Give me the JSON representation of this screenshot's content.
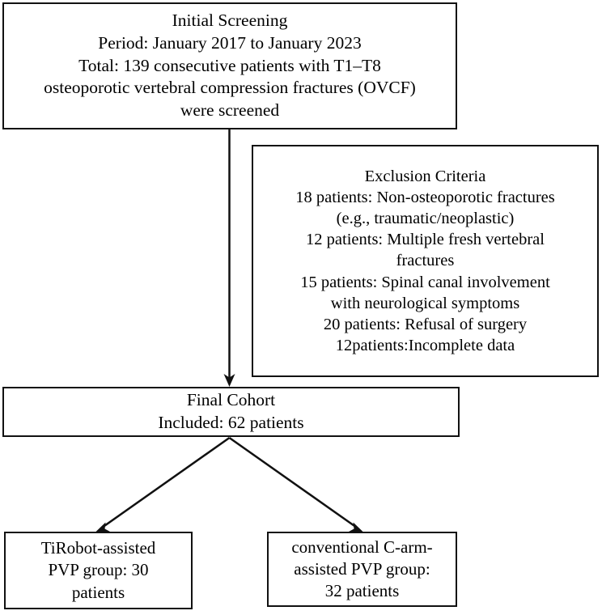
{
  "diagram": {
    "title": "Patient selection flow diagram",
    "type": "flowchart",
    "background_color": "#ffffff",
    "stroke_color": "#111111",
    "text_color": "#000000"
  },
  "nodes": {
    "initial_screening": {
      "heading": "Initial Screening",
      "lines": [
        "Initial Screening",
        "Period: January 2017 to January 2023",
        "Total: 139 consecutive patients with T1–T8",
        "osteoporotic vertebral compression fractures (OVCF)",
        "were screened"
      ]
    },
    "exclusion_criteria": {
      "heading": "Exclusion Criteria",
      "lines": [
        "Exclusion Criteria",
        "18 patients: Non-osteoporotic fractures",
        "(e.g., traumatic/neoplastic)",
        "12 patients: Multiple fresh vertebral",
        "fractures",
        "15 patients: Spinal canal involvement",
        "with neurological symptoms",
        "20 patients: Refusal of surgery",
        "12patients:Incomplete data"
      ]
    },
    "final_cohort": {
      "heading": "Final Cohort",
      "lines": [
        "Final Cohort",
        "Included: 62 patients"
      ]
    },
    "tirobot_group": {
      "lines": [
        "TiRobot-assisted",
        "PVP group: 30",
        "patients"
      ]
    },
    "carm_group": {
      "lines": [
        "conventional C-arm-",
        "assisted PVP group:",
        "32 patients"
      ]
    }
  },
  "edges": [
    {
      "name": "screening-to-final-cohort",
      "from": "initial_screening",
      "to": "final_cohort",
      "style": "straight-arrow"
    },
    {
      "name": "final-cohort-to-tirobot",
      "from": "final_cohort",
      "to": "tirobot_group",
      "style": "diagonal-arrow"
    },
    {
      "name": "final-cohort-to-carm",
      "from": "final_cohort",
      "to": "carm_group",
      "style": "diagonal-arrow"
    }
  ],
  "counts": {
    "screened_total": 139,
    "excluded_non_osteoporotic": 18,
    "excluded_multiple_fresh": 12,
    "excluded_spinal_canal": 15,
    "excluded_refusal": 20,
    "excluded_incomplete_data": 12,
    "included_total": 62,
    "tirobot_group": 30,
    "carm_group": 32
  }
}
